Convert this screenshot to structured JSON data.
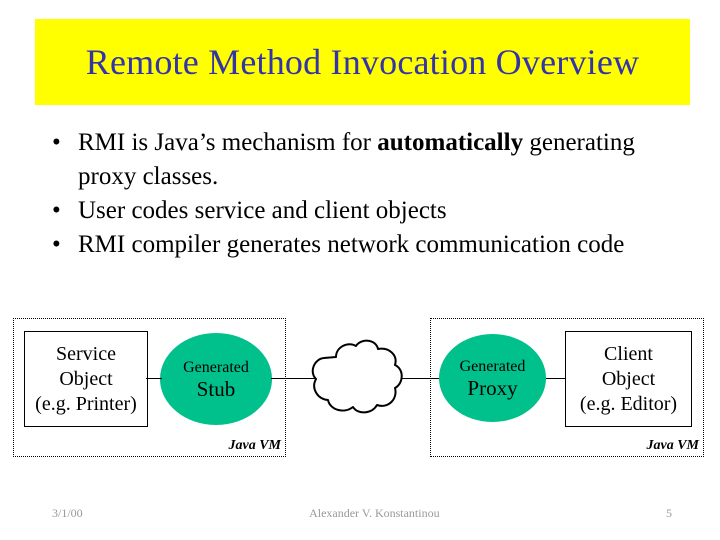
{
  "slide": {
    "title": "Remote Method Invocation Overview",
    "title_bg": "#ffff00",
    "title_color": "#3333aa"
  },
  "bullets": [
    {
      "marker": "•",
      "pre": "RMI is Java’s mechanism for ",
      "emphasis": "automatically",
      "post": " generating proxy classes."
    },
    {
      "marker": "•",
      "pre": "User codes service and client objects",
      "emphasis": "",
      "post": ""
    },
    {
      "marker": "•",
      "pre": "RMI compiler generates network communication code",
      "emphasis": "",
      "post": ""
    }
  ],
  "diagram": {
    "accent_color": "#00c08c",
    "left_vm": {
      "label": "Java VM",
      "object_box": {
        "line1": "Service",
        "line2": "Object",
        "line3": "(e.g. Printer)"
      },
      "ellipse": {
        "line1": "Generated",
        "line2": "Stub"
      }
    },
    "network": {
      "shape": "cloud-icon"
    },
    "right_vm": {
      "label": "Java VM",
      "object_box": {
        "line1": "Client",
        "line2": "Object",
        "line3": "(e.g. Editor)"
      },
      "ellipse": {
        "line1": "Generated",
        "line2": "Proxy"
      }
    }
  },
  "footer": {
    "date": "3/1/00",
    "author": "Alexander V. Konstantinou",
    "page_number": "5"
  }
}
